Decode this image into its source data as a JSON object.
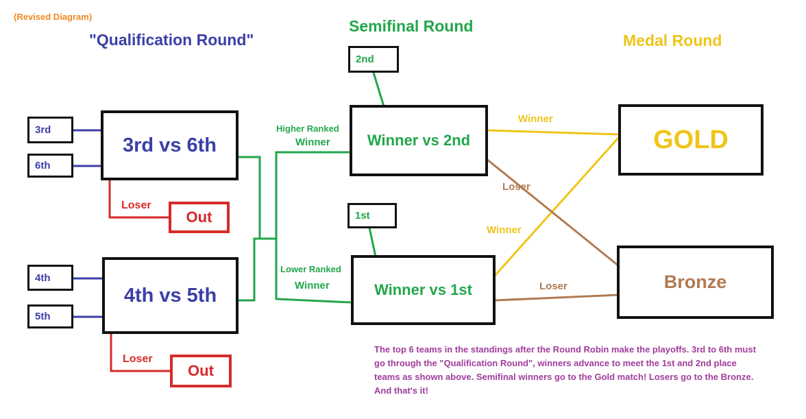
{
  "header": {
    "revised": "(Revised Diagram)",
    "qualification": "\"Qualification Round\"",
    "semifinal": "Semifinal Round",
    "medal": "Medal Round"
  },
  "qualification": {
    "match1": "3rd vs 6th",
    "match2": "4th vs 5th",
    "seeds": [
      "3rd",
      "6th",
      "4th",
      "5th"
    ],
    "loser": "Loser",
    "out": "Out"
  },
  "semifinal": {
    "match1": "Winner vs 2nd",
    "match2": "Winner vs 1st",
    "seed_top": "2nd",
    "seed_bottom": "1st",
    "higher_line1": "Higher Ranked",
    "higher_line2": "Winner",
    "lower_line1": "Lower Ranked",
    "lower_line2": "Winner"
  },
  "medal": {
    "gold": "GOLD",
    "bronze": "Bronze",
    "winner": "Winner",
    "loser": "Loser"
  },
  "note": "The top 6 teams in the standings after the Round Robin make the playoffs. 3rd to 6th must go through the \"Qualification Round\", winners advance to meet the 1st and 2nd place teams as shown above.  Semifinal winners go to the Gold match! Losers go to the Bronze.  And that's it!",
  "colors": {
    "qualification": "#3b3fa6",
    "semifinal": "#22a64a",
    "loser_out": "#d72a2a",
    "gold_winner": "#f0c419",
    "bronze_loser": "#b07a52",
    "revised": "#f08a24",
    "note": "#a03c9c"
  }
}
